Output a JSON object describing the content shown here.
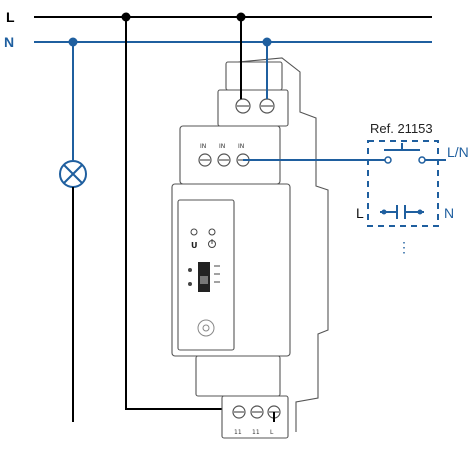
{
  "bus": {
    "line_label": "L",
    "neutral_label": "N"
  },
  "device": {
    "top_terminals": [
      "",
      ""
    ],
    "input_terminals": [
      "IN",
      "IN",
      "IN"
    ],
    "bottom_terminals": [
      "11",
      "11",
      "L"
    ],
    "panel_labels": [
      "U",
      ""
    ]
  },
  "pushbutton": {
    "ref": "Ref. 21153",
    "line_neutral_label": "L/N",
    "left_label": "L",
    "right_label": "N",
    "more_indicator": "⋮"
  },
  "colors": {
    "line_wire": "#000000",
    "neutral_wire": "#1f5f9f",
    "device_outline": "#555555"
  },
  "icons": [
    "lamp-icon",
    "pushbutton-switch-icon",
    "junction-dot-icon"
  ]
}
